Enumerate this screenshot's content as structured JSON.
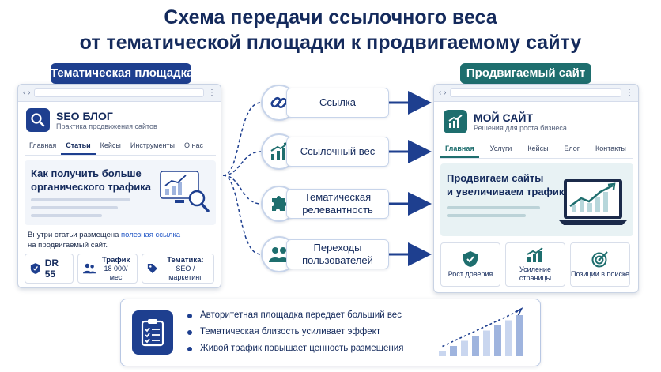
{
  "title": {
    "line1": "Схема передачи ссылочного веса",
    "line2": "от тематической площадки к продвигаемому сайту"
  },
  "left_panel": {
    "label": "Тематическая площадка",
    "brand_name": "SEO БЛОГ",
    "brand_subtitle": "Практика продвижения сайтов",
    "tabs": [
      "Главная",
      "Статьи",
      "Кейсы",
      "Инструменты",
      "О нас"
    ],
    "active_tab": "Статьи",
    "hero_title_line1": "Как получить больше",
    "hero_title_line2": "органического трафика",
    "post_text_before": "Внутри статьи размещена ",
    "post_text_link": "полезная ссылка",
    "post_text_after": "на продвигаемый сайт.",
    "stats": {
      "dr": "DR 55",
      "traffic_label": "Трафик",
      "traffic_value": "18 000/мес",
      "topic_label": "Тематика:",
      "topic_value": "SEO / маркетинг"
    }
  },
  "right_panel": {
    "label": "Продвигаемый сайт",
    "brand_name": "МОЙ САЙТ",
    "brand_subtitle": "Решения для роста бизнеса",
    "tabs": [
      "Главная",
      "Услуги",
      "Кейсы",
      "Блог",
      "Контакты"
    ],
    "active_tab": "Главная",
    "hero_title_line1": "Продвигаем сайты",
    "hero_title_line2": "и увеличиваем трафик",
    "cards": [
      {
        "icon": "shield-icon",
        "label": "Рост доверия"
      },
      {
        "icon": "growth-chart-icon",
        "label": "Усиление страницы"
      },
      {
        "icon": "target-icon",
        "label": "Позиции в поиске"
      }
    ]
  },
  "flow": [
    {
      "icon": "link-icon",
      "label": "Ссылка"
    },
    {
      "icon": "growth-chart-icon",
      "label": "Ссылочный вес"
    },
    {
      "icon": "puzzle-icon",
      "label": "Тематическая релевантность"
    },
    {
      "icon": "users-icon",
      "label": "Переходы пользователей"
    }
  ],
  "summary": {
    "bullets": [
      "Авторитетная площадка передает больший вес",
      "Тематическая близость усиливает эффект",
      "Живой трафик повышает ценность размещения"
    ],
    "trend_values": [
      1,
      2,
      3,
      4,
      5,
      6,
      7,
      8
    ]
  },
  "colors": {
    "primary_blue": "#1e3f8f",
    "teal": "#1e6e6e",
    "link": "#2458c6"
  }
}
